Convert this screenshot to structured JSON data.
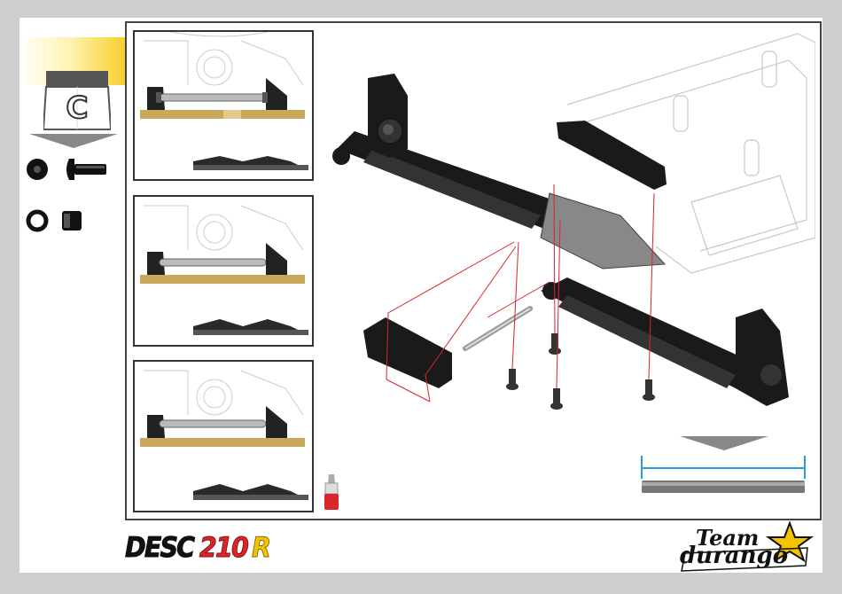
{
  "step": {
    "bag_letter": "C"
  },
  "parts": [
    {
      "icon": "button-head-screw-icon"
    },
    {
      "icon": "lock-nut-icon"
    }
  ],
  "panels": [
    {
      "id": "panel-1"
    },
    {
      "id": "panel-2"
    },
    {
      "id": "panel-3"
    }
  ],
  "branding": {
    "product_logo_black": "DESC",
    "product_logo_red": "210",
    "product_logo_suffix": "R",
    "brand_logo_line1": "Team",
    "brand_logo_line2": "durango"
  },
  "colors": {
    "accent_yellow": "#f5c400",
    "guide_red": "#d8262a",
    "measure_blue": "#2a9ad6",
    "part_black": "#1a1a1a"
  }
}
